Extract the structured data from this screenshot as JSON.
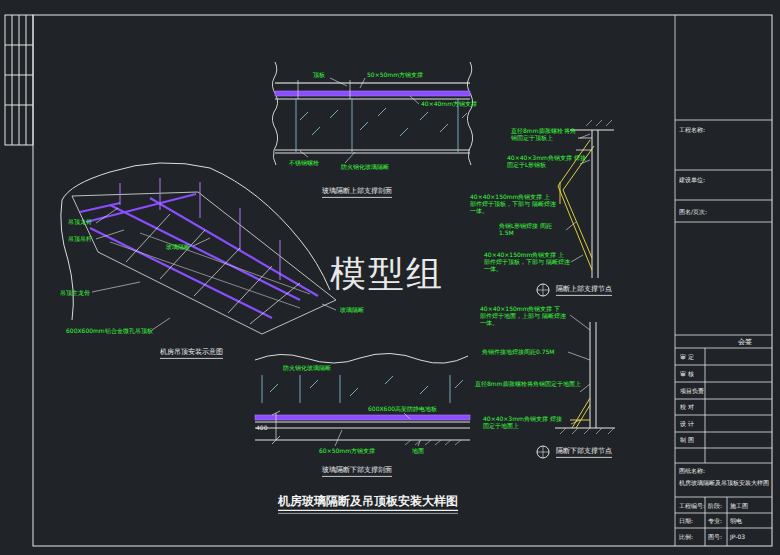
{
  "diagram": {
    "title": "机房玻璃隔断及吊顶板安装大样图",
    "labels": [
      "顶板",
      "50×50mm方钢支撑",
      "40×40mm方钢支撑",
      "不锈钢螺栓",
      "防火钢化玻璃隔断",
      "玻璃隔断上部支撑剖面",
      "直径8mm膨胀螺栓 将角钢固定于顶板上",
      "40×40×3mm角钢支撑 焊接固定于L形钢板",
      "40×40×150mm角钢支撑 上部件焊于顶板，下部与 隔断焊连一体。",
      "角钢L形钢焊接 间距1.5M",
      "40×40×150mm角钢支撑 上部件焊于顶板，下部与 隔断焊连一体。",
      "隔断上部支撑节点",
      "40×40×150mm角钢支撑 下部件焊于地面，上部与 隔断焊连一体。",
      "角钢件接地焊接间距0.75M",
      "直径8mm膨胀螺栓将角钢固定于地面上",
      "40×40×3mm角钢支撑 焊接固定于地面上",
      "隔断下部支撑节点",
      "吊顶龙骨",
      "吊顶吊杆",
      "玻璃隔断",
      "吊顶主龙骨",
      "600X600mm铝合金微孔吊顶板",
      "机房吊顶安装示意图",
      "玻璃隔断",
      "防火钢化玻璃隔断",
      "600X600高架防静电地板",
      "400",
      "60×50mm方钢支撑",
      "地面",
      "玻璃隔断下部支撑剖面",
      "模型组",
      "工程名称:",
      "建设单位:",
      "图名/页次:",
      "会签",
      "审 定",
      "审 核",
      "项目负责",
      "校 对",
      "设 计",
      "制 图",
      "图纸名称:",
      "机房玻璃隔断及吊顶板安装大样图",
      "工程编号:",
      "阶段:",
      "施工图",
      "日期:",
      "专业:",
      "弱电",
      "比例:",
      "图号:",
      "JP-03"
    ]
  }
}
